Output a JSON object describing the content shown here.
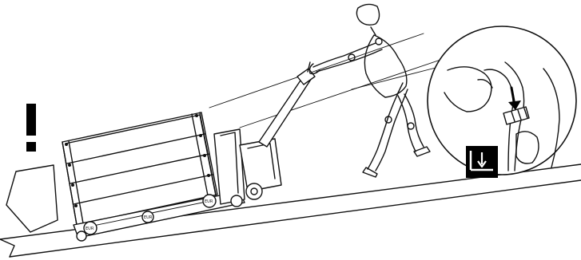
{
  "image": {
    "subject": "pallet-truck-uphill-operation",
    "brand_badges": [
      "EUR",
      "EUR",
      "EUR"
    ]
  },
  "warning": {
    "symbol": "!"
  },
  "direction": {
    "icon": "arrow-down-left-icon"
  },
  "detail": {
    "icon": "lower-control-icon"
  },
  "colors": {
    "line": "#111111",
    "background": "#ffffff",
    "fill": "#000000"
  }
}
